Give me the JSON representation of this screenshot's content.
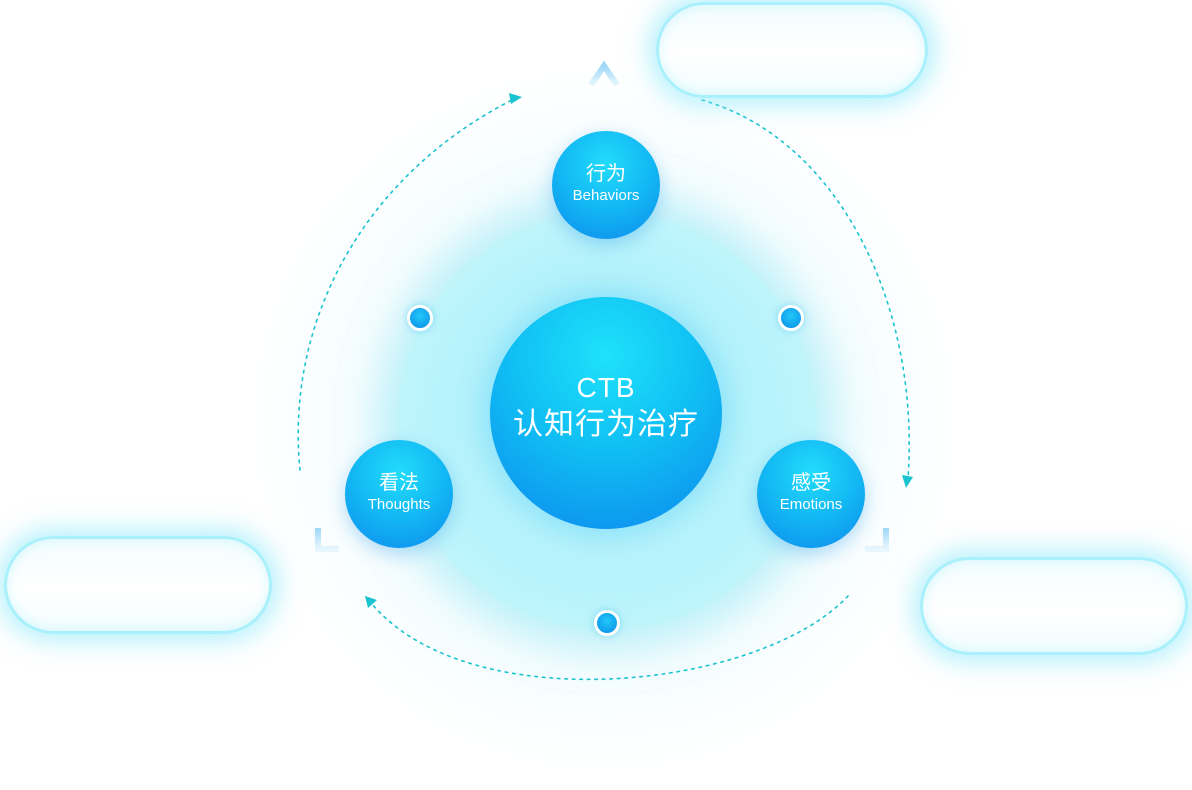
{
  "center": {
    "title": "CTB",
    "subtitle": "认知行为治疗"
  },
  "nodes": {
    "behaviors": {
      "cn": "行为",
      "en": "Behaviors"
    },
    "thoughts": {
      "cn": "看法",
      "en": "Thoughts"
    },
    "emotions": {
      "cn": "感受",
      "en": "Emotions"
    }
  },
  "colors": {
    "primary_blue": "#0e8aee",
    "cyan": "#22dcfb",
    "arrow_teal": "#19c3cf",
    "glow": "#b6f3fb"
  }
}
